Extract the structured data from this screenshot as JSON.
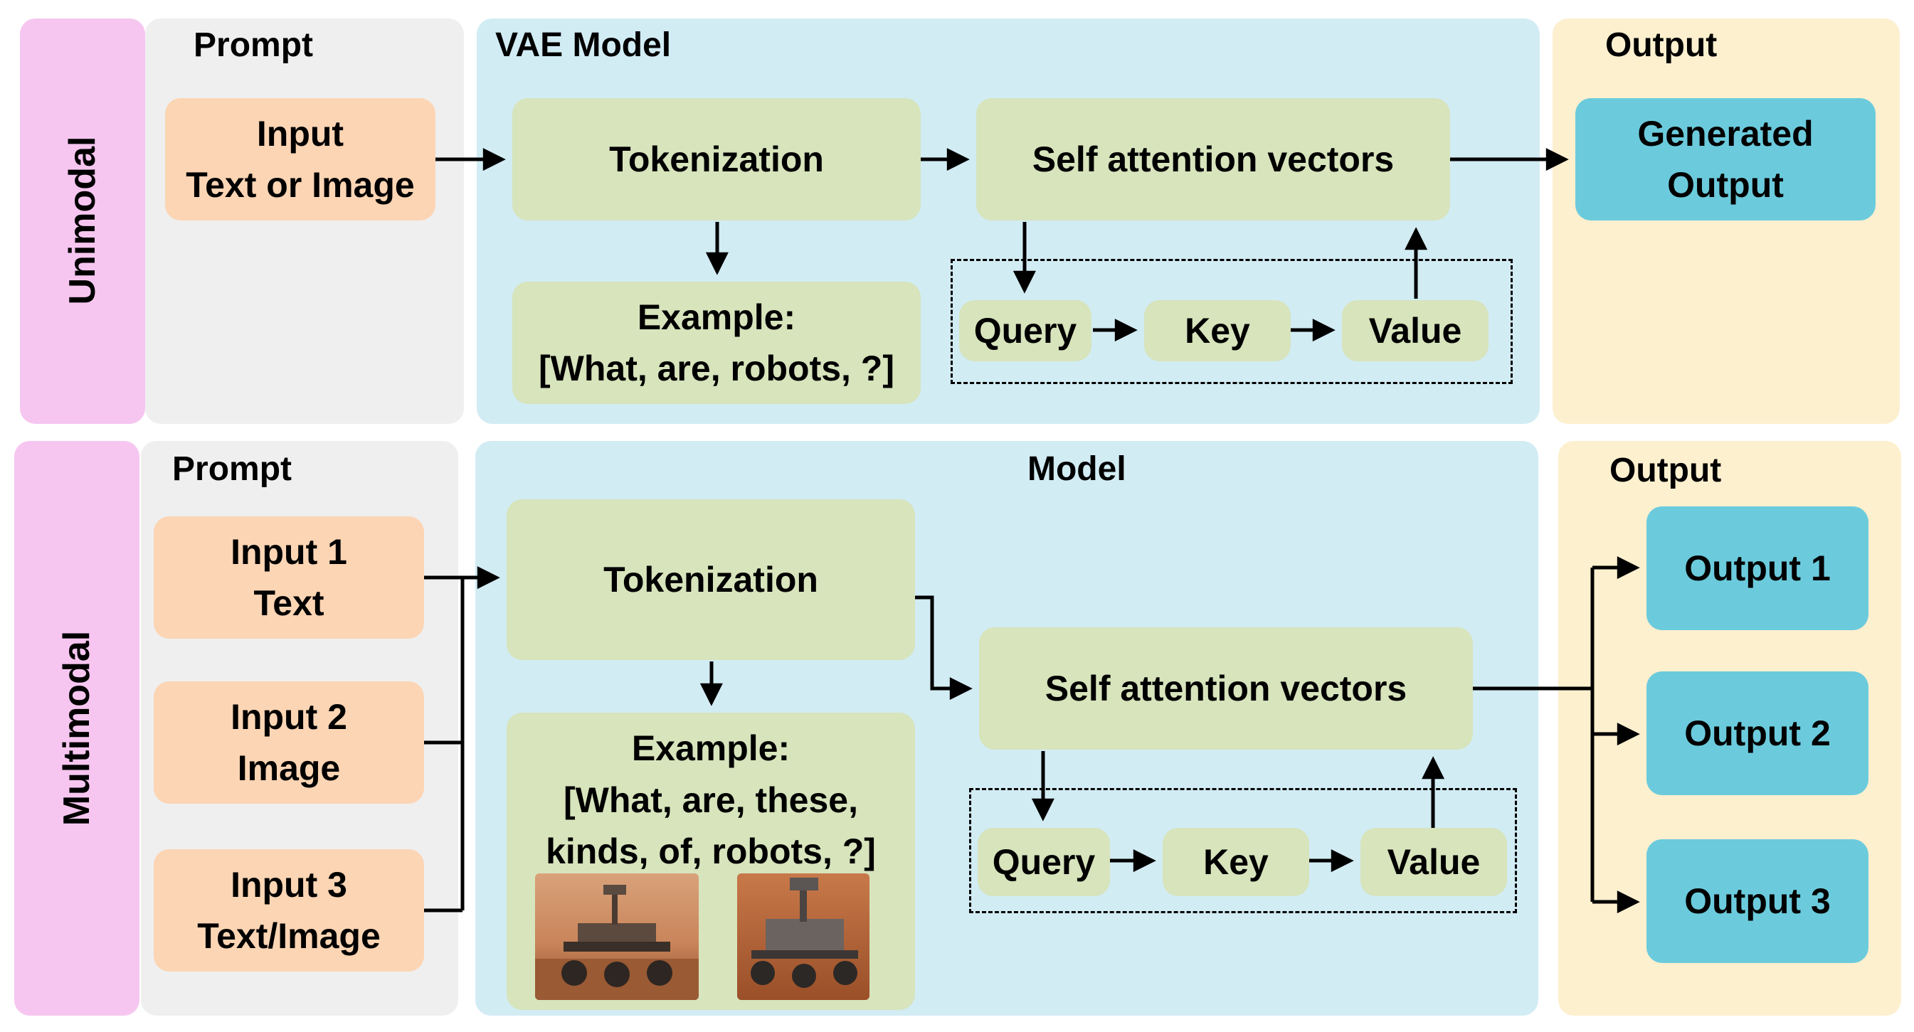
{
  "unimodal": {
    "row_label": "Unimodal",
    "prompt_title": "Prompt",
    "input_line1": "Input",
    "input_line2": "Text or Image",
    "model_title": "VAE Model",
    "tokenization": "Tokenization",
    "example_line1": "Example:",
    "example_line2": "[What, are, robots, ?]",
    "self_attention": "Self attention vectors",
    "query": "Query",
    "key": "Key",
    "value": "Value",
    "output_title": "Output",
    "output_line1": "Generated",
    "output_line2": "Output"
  },
  "multimodal": {
    "row_label": "Multimodal",
    "prompt_title": "Prompt",
    "input1_line1": "Input 1",
    "input1_line2": "Text",
    "input2_line1": "Input 2",
    "input2_line2": "Image",
    "input3_line1": "Input 3",
    "input3_line2": "Text/Image",
    "model_title": "Model",
    "tokenization": "Tokenization",
    "example_line1": "Example:",
    "example_line2": "[What, are, these,",
    "example_line3": "kinds, of, robots, ?]",
    "self_attention": "Self attention vectors",
    "query": "Query",
    "key": "Key",
    "value": "Value",
    "output_title": "Output",
    "output1": "Output 1",
    "output2": "Output 2",
    "output3": "Output 3"
  },
  "colors": {
    "row_label_bg": "#f6c6f0",
    "prompt_bg": "#efefef",
    "model_bg": "#d2ecf4",
    "output_bg": "#fdf0cf",
    "input_box": "#fcd5b4",
    "process_box": "#d7e4bc",
    "output_box": "#6bcbdc"
  }
}
